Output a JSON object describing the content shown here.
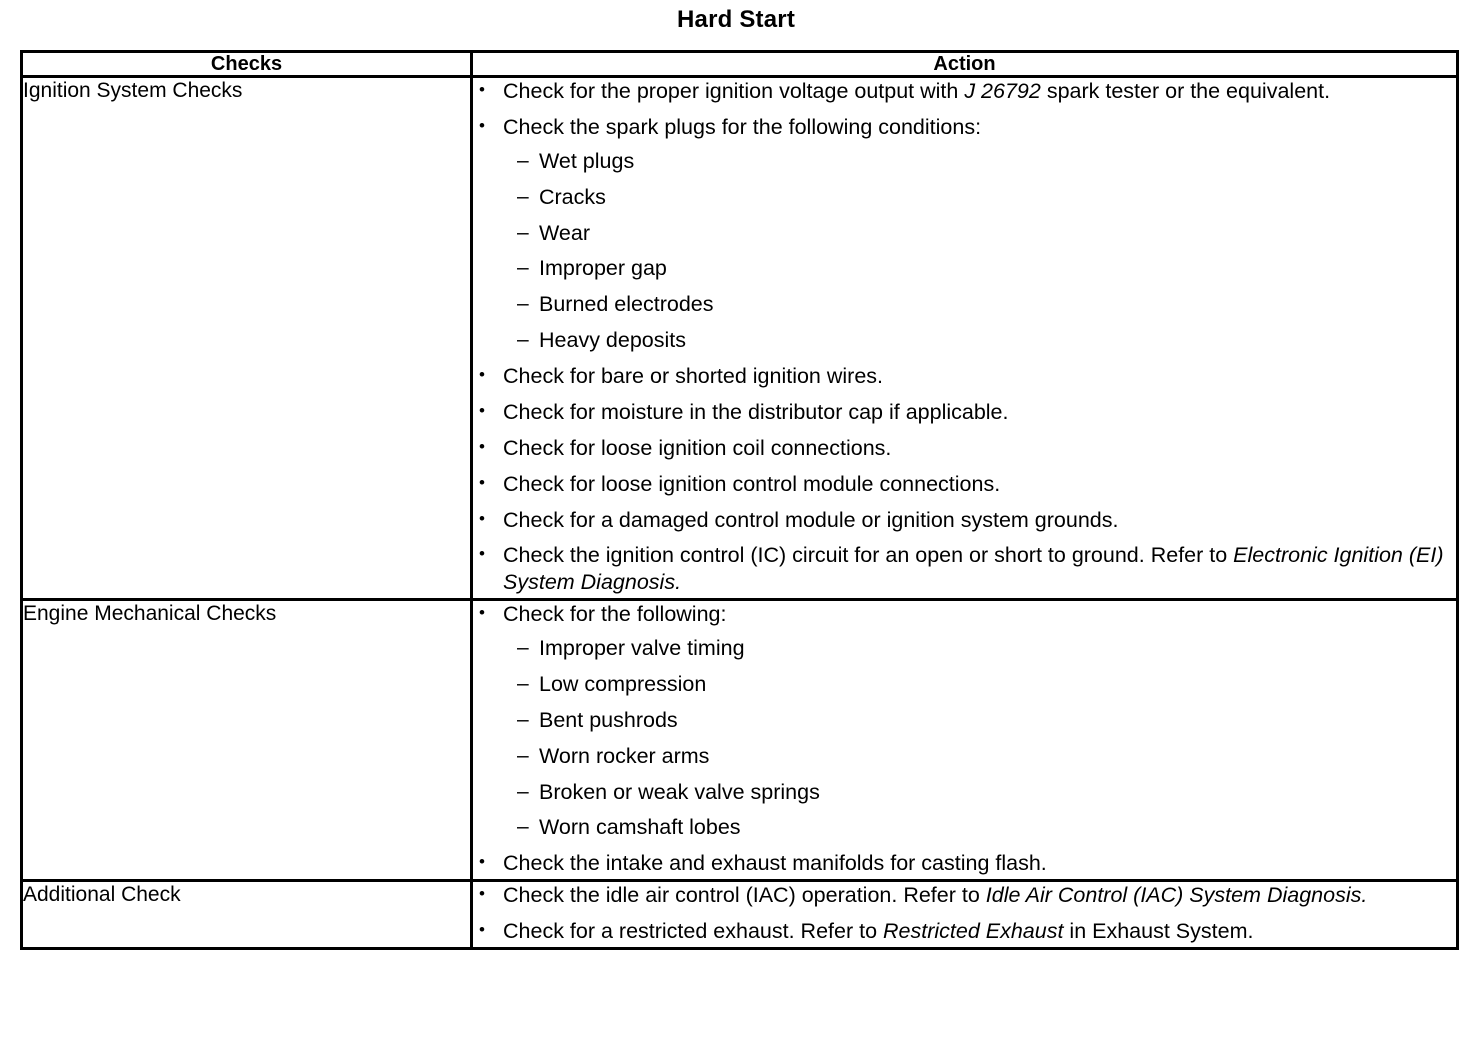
{
  "document": {
    "title": "Hard Start"
  },
  "table": {
    "headers": {
      "checks": "Checks",
      "action": "Action"
    },
    "bullet_glyph": "•",
    "dash_glyph": "–",
    "rows": [
      {
        "check_label": "Ignition System Checks",
        "actions": [
          {
            "pre": "Check for the proper ignition voltage output with ",
            "italic": "J 26792",
            "post": " spark tester or the equivalent.",
            "sub": []
          },
          {
            "pre": "Check the spark plugs for the following conditions:",
            "italic": "",
            "post": "",
            "sub": [
              "Wet plugs",
              "Cracks",
              "Wear",
              "Improper gap",
              "Burned electrodes",
              "Heavy deposits"
            ]
          },
          {
            "pre": "Check for bare or shorted ignition wires.",
            "italic": "",
            "post": "",
            "sub": []
          },
          {
            "pre": "Check for moisture in the distributor cap if applicable.",
            "italic": "",
            "post": "",
            "sub": []
          },
          {
            "pre": "Check for loose ignition coil connections.",
            "italic": "",
            "post": "",
            "sub": []
          },
          {
            "pre": "Check for loose ignition control module connections.",
            "italic": "",
            "post": "",
            "sub": []
          },
          {
            "pre": "Check for a damaged control module or ignition system grounds.",
            "italic": "",
            "post": "",
            "sub": []
          },
          {
            "pre": "Check the ignition control (IC) circuit for an open or short to ground. Refer to ",
            "italic": "Electronic Ignition (EI) System Diagnosis.",
            "post": "",
            "sub": []
          }
        ]
      },
      {
        "check_label": "Engine Mechanical Checks",
        "actions": [
          {
            "pre": "Check for the following:",
            "italic": "",
            "post": "",
            "sub": [
              "Improper valve timing",
              "Low compression",
              "Bent pushrods",
              "Worn rocker arms",
              "Broken or weak valve springs",
              "Worn camshaft lobes"
            ]
          },
          {
            "pre": "Check the intake and exhaust manifolds for casting flash.",
            "italic": "",
            "post": "",
            "sub": []
          }
        ]
      },
      {
        "check_label": "Additional Check",
        "actions": [
          {
            "pre": "Check the idle air control (IAC) operation. Refer to ",
            "italic": "Idle Air Control (IAC) System Diagnosis.",
            "post": "",
            "sub": []
          },
          {
            "pre": "Check for a restricted exhaust. Refer to ",
            "italic": "Restricted Exhaust",
            "post": " in  Exhaust  System.",
            "sub": []
          }
        ]
      }
    ]
  }
}
